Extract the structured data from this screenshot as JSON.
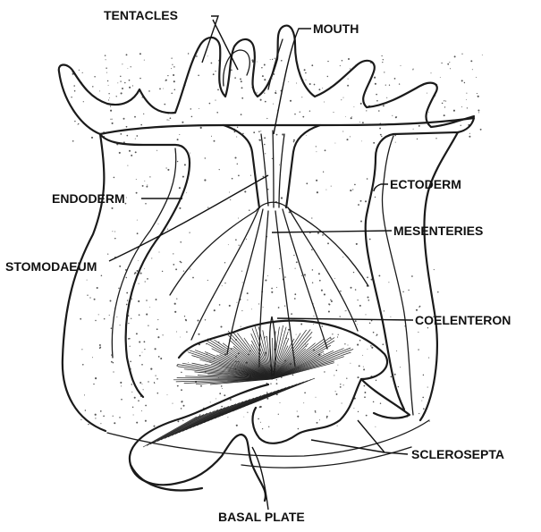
{
  "diagram": {
    "labels": {
      "tentacles": "TENTACLES",
      "mouth": "MOUTH",
      "ectoderm": "ECTODERM",
      "endoderm": "ENDODERM",
      "mesenteries": "MESENTERIES",
      "stomodaeum": "STOMODAEUM",
      "coelenteron": "COELENTERON",
      "sclerosepta": "SCLEROSEPTA",
      "basal_plate": "BASAL PLATE"
    },
    "colors": {
      "ink": "#1a1a1a",
      "background": "#ffffff",
      "stipple": "#555555"
    }
  }
}
